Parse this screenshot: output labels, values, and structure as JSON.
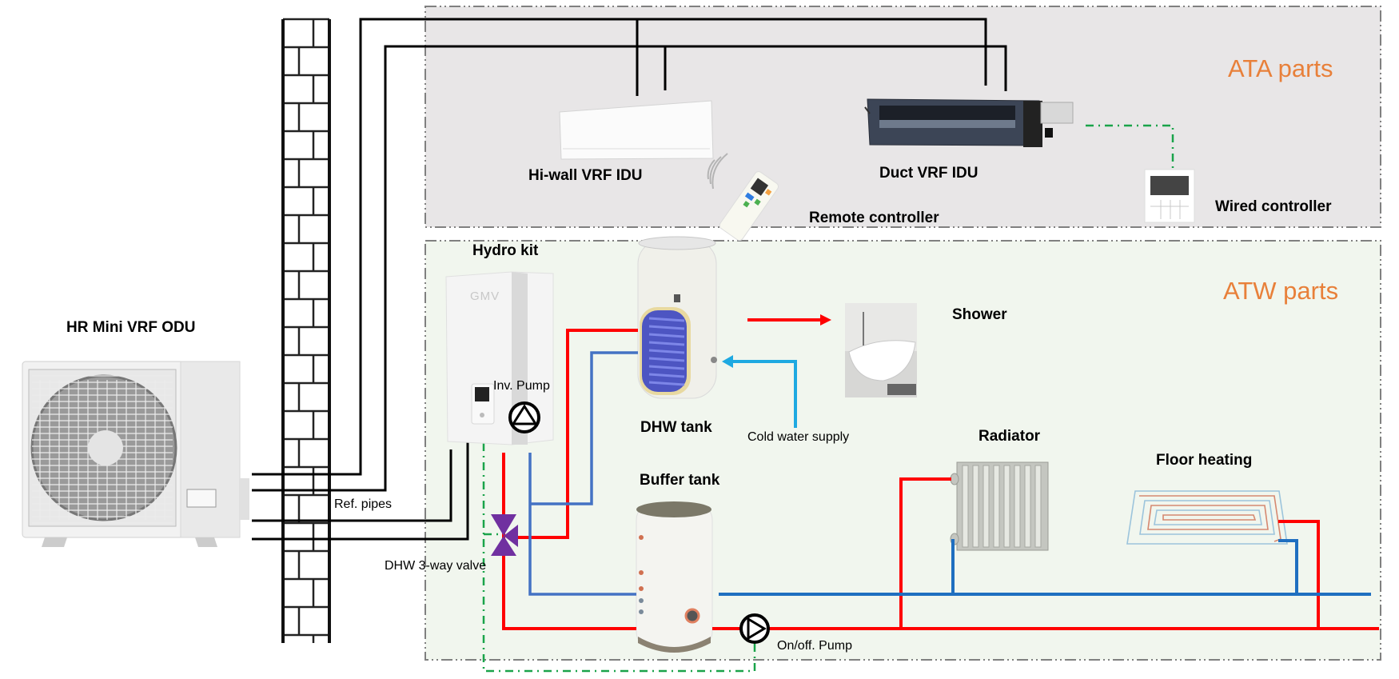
{
  "diagram": {
    "title": "HR Mini VRF system with ATA and ATW parts",
    "zones": [
      {
        "id": "ata",
        "label": "ATA parts",
        "background": "#e8e6e7",
        "label_color": "#e8803a"
      },
      {
        "id": "atw",
        "label": "ATW parts",
        "background": "#f1f6ee",
        "label_color": "#e8803a"
      }
    ],
    "components": {
      "odu": {
        "label": "HR Mini VRF ODU"
      },
      "hiwall": {
        "label": "Hi-wall VRF IDU"
      },
      "duct": {
        "label": "Duct VRF IDU"
      },
      "remote": {
        "label": "Remote controller"
      },
      "wired": {
        "label": "Wired controller"
      },
      "hydrokit": {
        "label": "Hydro kit",
        "brand_mark": "GMV"
      },
      "inv_pump": {
        "label": "Inv. Pump"
      },
      "dhw_tank": {
        "label": "DHW tank"
      },
      "cold_water": {
        "label": "Cold water supply"
      },
      "shower": {
        "label": "Shower"
      },
      "radiator": {
        "label": "Radiator"
      },
      "floor_heating": {
        "label": "Floor heating"
      },
      "buffer_tank": {
        "label": "Buffer tank"
      },
      "three_way_valve": {
        "label": "DHW 3-way valve"
      },
      "onoff_pump": {
        "label": "On/off. Pump"
      },
      "ref_pipes": {
        "label": "Ref. pipes"
      }
    },
    "colors": {
      "refrigerant_pipe": "#000000",
      "hot_water": "#ff0000",
      "return_water": "#4472c4",
      "cold_water": "#1ea9e1",
      "control_wire": "#1aa34a",
      "valve": "#7030a0",
      "zone_border": "#808080"
    }
  }
}
